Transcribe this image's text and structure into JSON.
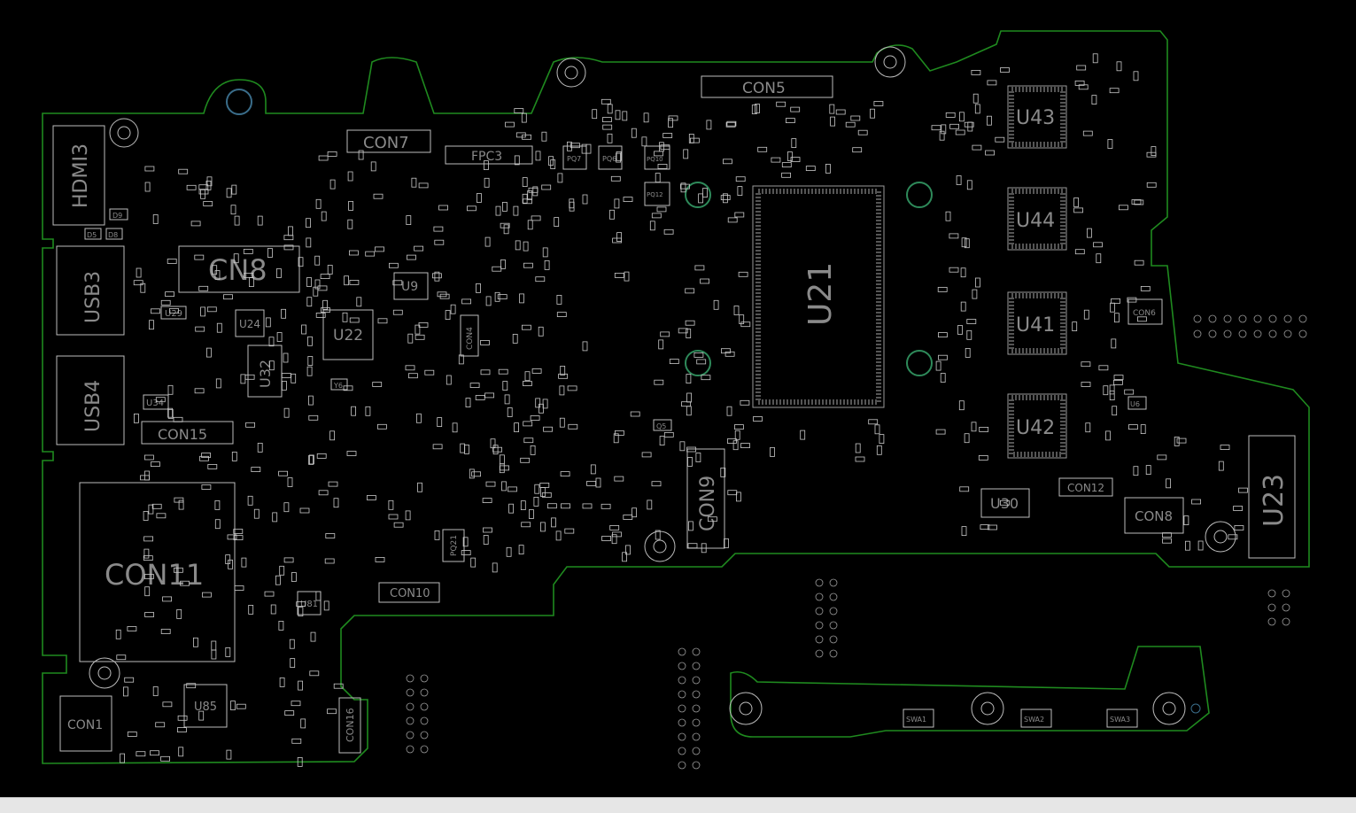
{
  "viewer": {
    "background": "#000000",
    "outline_color": "#1f8a1f",
    "silk_color": "#bdbdbd",
    "label_color": "#8a8a8a"
  },
  "labels": {
    "hdmi3": "HDMI3",
    "usb3": "USB3",
    "usb4": "USB4",
    "cn8": "CN8",
    "con7": "CON7",
    "fpc3": "FPC3",
    "con5": "CON5",
    "u21": "U21",
    "u43": "U43",
    "u44": "U44",
    "u41": "U41",
    "u42": "U42",
    "u23": "U23",
    "con8": "CON8",
    "con12": "CON12",
    "u30": "U30",
    "con6": "CON6",
    "con9": "CON9",
    "con11": "CON11",
    "con15": "CON15",
    "con10": "CON10",
    "con1": "CON1",
    "u85": "U85",
    "con16": "CON16",
    "u22": "U22",
    "u32": "U32",
    "u24": "U24",
    "u9": "U9",
    "u29": "U29",
    "u34": "U34",
    "con4": "CON4",
    "pq21": "PQ21",
    "u81": "U81",
    "pq7": "PQ7",
    "pq6": "PQ6",
    "pq10": "PQ10",
    "pq12": "PQ12",
    "swa1": "SWA1",
    "swa2": "SWA2",
    "swa3": "SWA3",
    "d9": "D9",
    "d5": "D5",
    "d8": "D8",
    "y6": "Y6",
    "q5": "Q5",
    "u6": "U6"
  }
}
